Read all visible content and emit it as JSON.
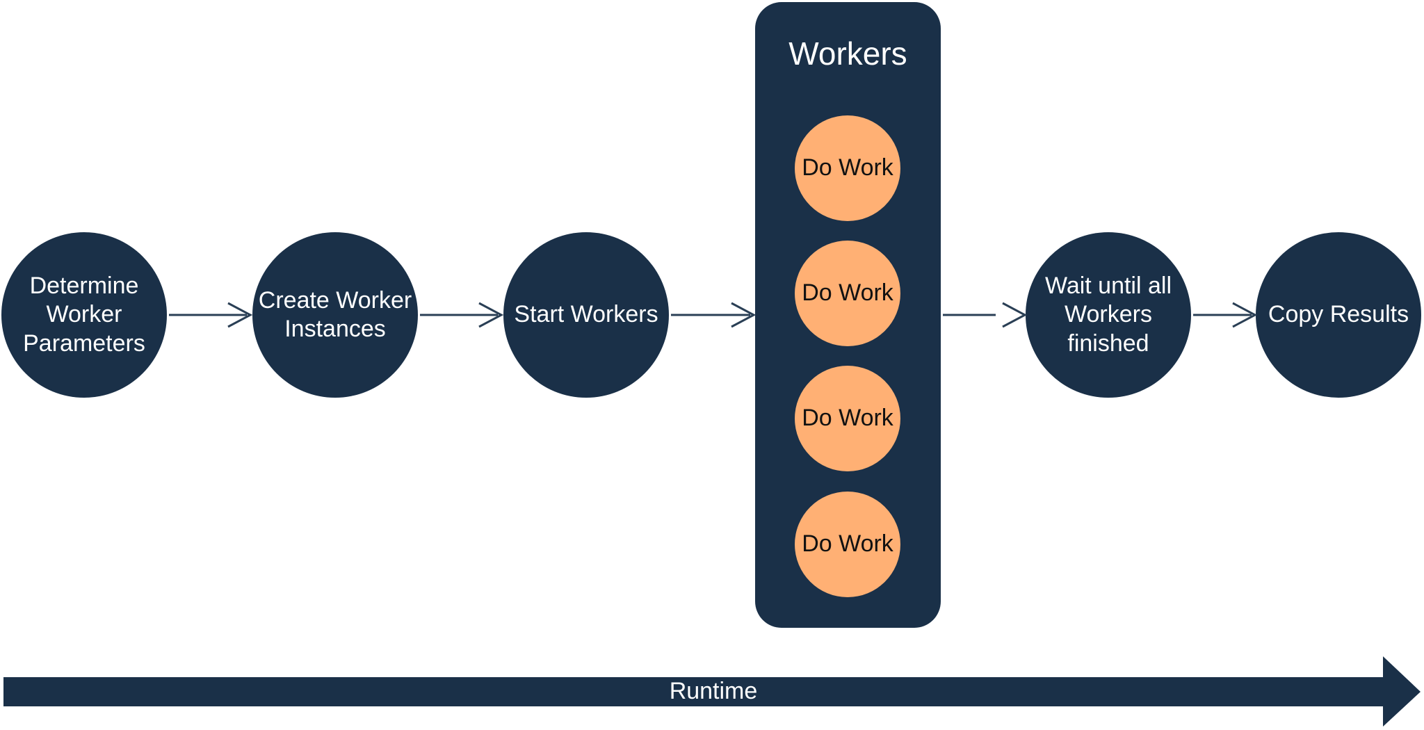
{
  "colors": {
    "node_fill": "#1a3048",
    "work_fill": "#ffb074",
    "arrow": "#2a3f55",
    "group_fill": "#1a3048",
    "runtime_fill": "#1a3048"
  },
  "steps": [
    {
      "label": "Determine\nWorker\nParameters"
    },
    {
      "label": "Create Worker\nInstances"
    },
    {
      "label": "Start Workers"
    },
    {
      "label": "Wait until all\nWorkers\nfinished"
    },
    {
      "label": "Copy Results"
    }
  ],
  "workers_group": {
    "title": "Workers",
    "tasks": [
      {
        "label": "Do Work"
      },
      {
        "label": "Do Work"
      },
      {
        "label": "Do Work"
      },
      {
        "label": "Do Work"
      }
    ]
  },
  "timeline": {
    "label": "Runtime"
  }
}
